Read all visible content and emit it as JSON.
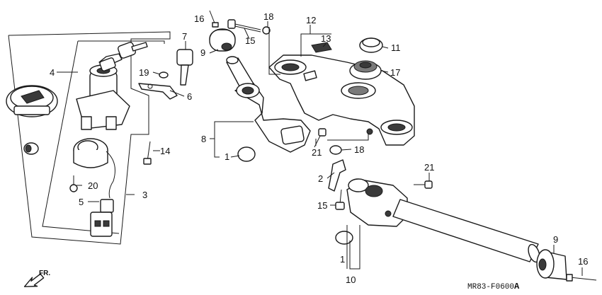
{
  "diagram": {
    "callouts": [
      "1",
      "2",
      "3",
      "4",
      "5",
      "6",
      "7",
      "8",
      "9",
      "10",
      "11",
      "12",
      "13",
      "14",
      "15",
      "16",
      "17",
      "18",
      "19",
      "20",
      "21"
    ],
    "reference_code": "MR83-F0600",
    "reference_suffix": "A",
    "front_arrow_label": "FR."
  }
}
